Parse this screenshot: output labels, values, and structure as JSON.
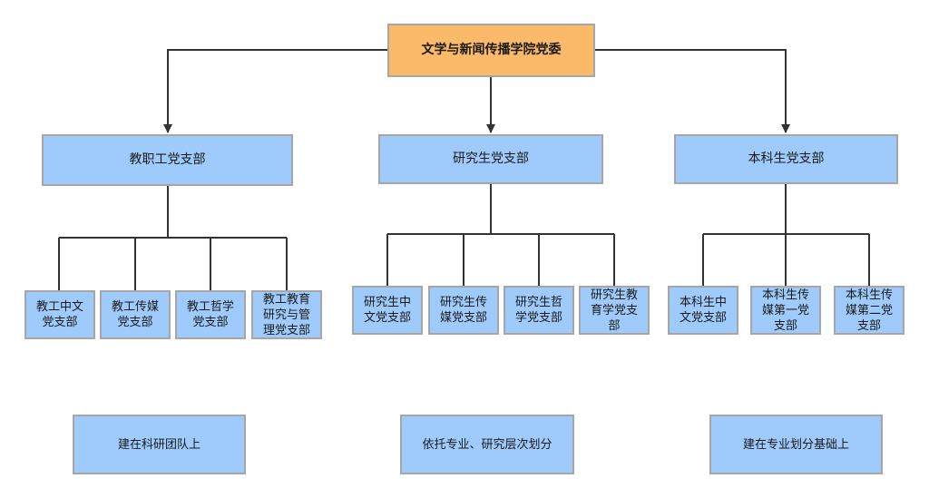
{
  "root": {
    "label": "文学与新闻传播学院党委"
  },
  "branches": [
    {
      "label": "教职工党支部",
      "children": [
        "教工中文\n党支部",
        "教工传媒\n党支部",
        "教工哲学\n党支部",
        "教工教育\n研究与管\n理党支部"
      ],
      "note": "建在科研团队上"
    },
    {
      "label": "研究生党支部",
      "children": [
        "研究生中\n文党支部",
        "研究生传\n媒党支部",
        "研究生哲\n学党支部",
        "研究生教\n育学党支\n部"
      ],
      "note": "依托专业、研究层次划分"
    },
    {
      "label": "本科生党支部",
      "children": [
        "本科生中\n文党支部",
        "本科生传\n媒第一党\n支部",
        "本科生传\n媒第二党\n支部"
      ],
      "note": "建在专业划分基础上"
    }
  ],
  "colors": {
    "box_blue": "#9ecbfb",
    "box_orange": "#fbb96a",
    "border": "#a6a6a6",
    "line": "#333333"
  }
}
